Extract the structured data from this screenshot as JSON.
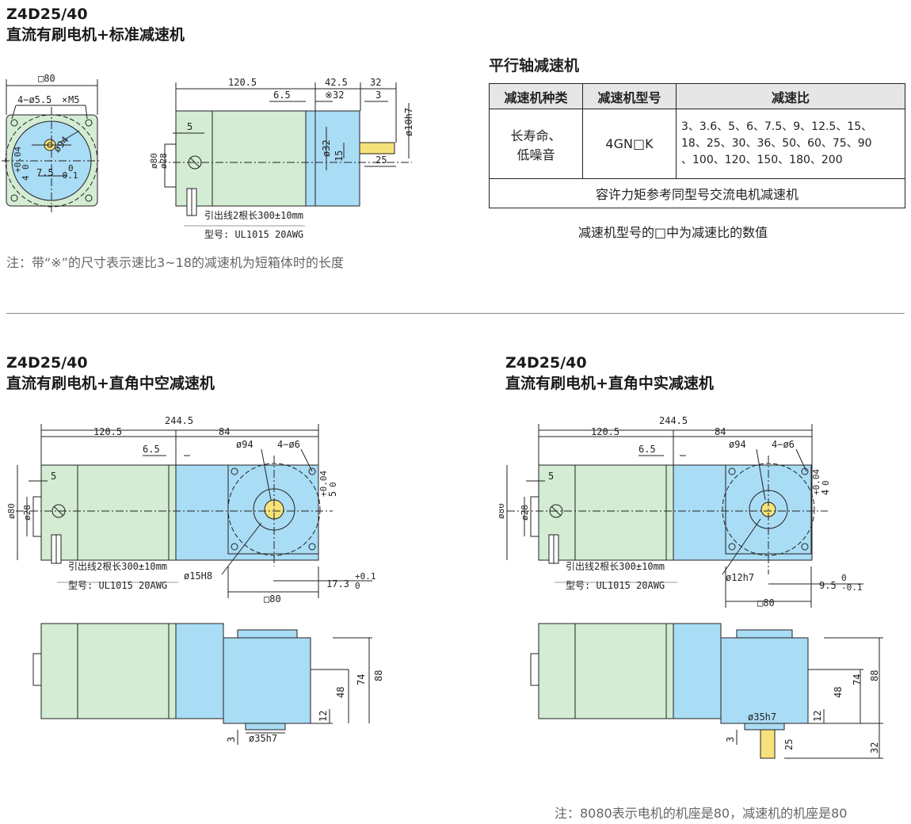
{
  "sec1": {
    "model": "Z4D25/40",
    "title": "直流有刷电机+标准减速机"
  },
  "sec2": {
    "model": "Z4D25/40",
    "title": "直流有刷电机+直角中空减速机"
  },
  "sec3": {
    "model": "Z4D25/40",
    "title": "直流有刷电机+直角中实减速机"
  },
  "note1": "注：带“※”的尺寸表示速比3~18的减速机为短箱体时的长度",
  "note2": "注：8080表示电机的机座是80，减速机的机座是80",
  "table": {
    "title": "平行轴减速机",
    "headers": [
      "减速机种类",
      "减速机型号",
      "减速比"
    ],
    "type_line1": "长寿命、",
    "type_line2": "低噪音",
    "model": "4GN□K",
    "ratios_line1": "3、3.6、5、6、7.5、9、12.5、15、",
    "ratios_line2": "18、25、30、36、50、60、75、90",
    "ratios_line3": "、100、120、150、180、200",
    "footer": "容许力矩参考同型号交流电机减速机",
    "note": "减速机型号的□中为减速比的数值"
  },
  "d1": {
    "front_width": "□80",
    "holes": "4−ø5.5",
    "bolt": "M5",
    "mark": "×",
    "pcd": "ø94",
    "tol_top": "+0.04",
    "tol_bot": "0",
    "key_depth": "4",
    "key_pos": "7.5",
    "key_tol": "-0.1",
    "key_tol0": "0",
    "motor_len": "120.5",
    "gear_len": "42.5",
    "short_len": "※32",
    "shaft_len": "32",
    "flange": "6.5",
    "step": "3",
    "shaft_d": "ø10h7",
    "dim5": "5",
    "d80": "ø80",
    "d28": "ø28",
    "d32": "ø32",
    "d15": "15",
    "d25": "25",
    "lead": "引出线2根长300±10mm",
    "wire": "型号: UL1015    20AWG"
  },
  "d2": {
    "total": "244.5",
    "motor_len": "120.5",
    "gear_len": "84",
    "flange": "6.5",
    "pcd": "ø94",
    "holes": "4−ø6",
    "dim5": "5",
    "d80": "ø80",
    "d28": "ø28",
    "tol_top": "+0.04",
    "tol_bot": "0",
    "key5": "5",
    "bore": "ø15H8",
    "key_off": "17.3",
    "key_off_tol": "+0.1",
    "key_off_tol0": "0",
    "box": "□80",
    "lead": "引出线2根长300±10mm",
    "wire": "型号: UL1015 20AWG",
    "h88": "88",
    "h74": "74",
    "h48": "48",
    "h12": "12",
    "h3": "3",
    "boss": "ø35h7"
  },
  "d3": {
    "total": "244.5",
    "motor_len": "120.5",
    "gear_len": "84",
    "flange": "6.5",
    "pcd": "ø94",
    "holes": "4−ø6",
    "dim5": "5",
    "d80": "ø80",
    "d28": "ø28",
    "tol_top": "+0.04",
    "tol_bot": "0",
    "key4": "4",
    "shaft": "ø12h7",
    "key_off": "9.5",
    "key_off_tol": "0",
    "key_off_tol0": "-0.1",
    "box": "□80",
    "lead": "引出线2根长300±10mm",
    "wire": "型号: UL1015    20AWG",
    "h88": "88",
    "h74": "74",
    "h48": "48",
    "h12": "12",
    "h3": "3",
    "h25": "25",
    "h32": "32",
    "boss": "ø35h7"
  },
  "colors": {
    "motor": "#d3ecd3",
    "gear": "#a9dcf5",
    "shaft": "#f5e27a",
    "line": "#222222"
  }
}
